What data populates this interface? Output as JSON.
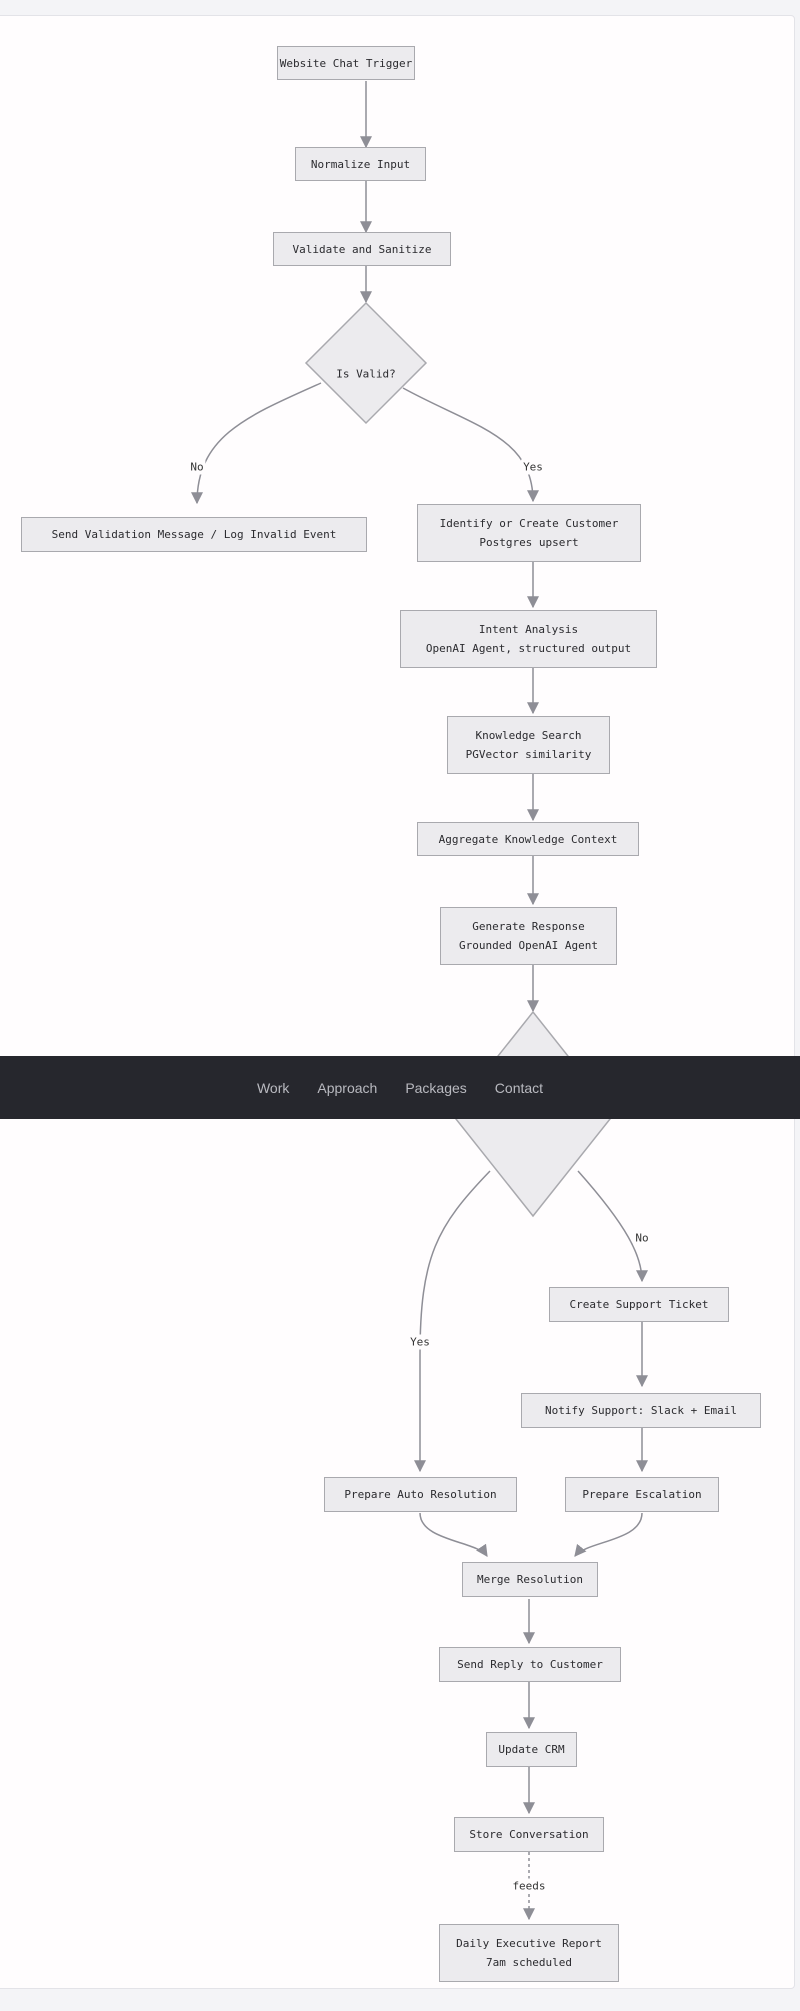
{
  "nav": {
    "links": [
      "Work",
      "Approach",
      "Packages",
      "Contact"
    ]
  },
  "flowchart": {
    "nodes": {
      "trigger": [
        "Website Chat Trigger"
      ],
      "normalize": [
        "Normalize Input"
      ],
      "validate": [
        "Validate and Sanitize"
      ],
      "is_valid": [
        "Is Valid?"
      ],
      "send_validation": [
        "Send Validation Message / Log Invalid Event"
      ],
      "identify": [
        "Identify or Create Customer",
        "Postgres upsert"
      ],
      "intent": [
        "Intent Analysis",
        "OpenAI Agent, structured output"
      ],
      "knowledge": [
        "Knowledge Search",
        "PGVector similarity"
      ],
      "aggregate": [
        "Aggregate Knowledge Context"
      ],
      "generate": [
        "Generate Response",
        "Grounded OpenAI Agent"
      ],
      "create_ticket": [
        "Create Support Ticket"
      ],
      "notify": [
        "Notify Support: Slack + Email"
      ],
      "auto_res": [
        "Prepare Auto Resolution"
      ],
      "escalation": [
        "Prepare Escalation"
      ],
      "merge": [
        "Merge Resolution"
      ],
      "send_reply": [
        "Send Reply to Customer"
      ],
      "crm": [
        "Update CRM"
      ],
      "store": [
        "Store Conversation"
      ],
      "report": [
        "Daily Executive Report",
        "7am scheduled"
      ]
    },
    "edge_labels": {
      "no": "No",
      "yes": "Yes",
      "feeds": "feeds"
    }
  }
}
